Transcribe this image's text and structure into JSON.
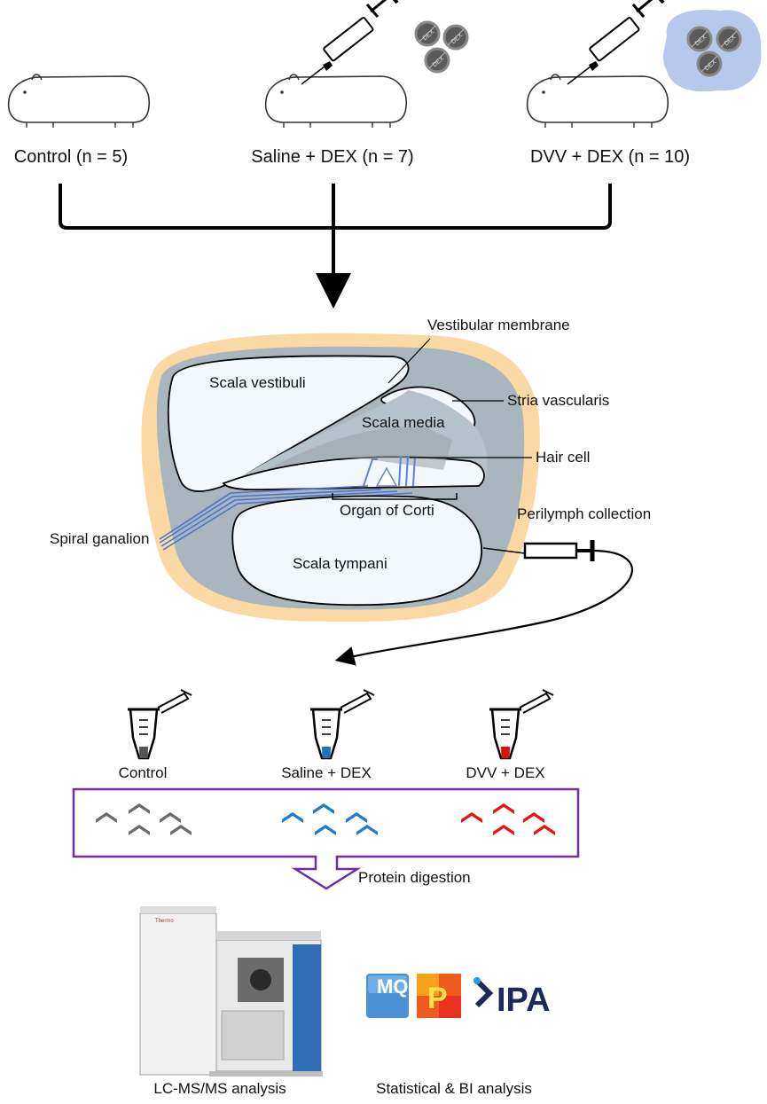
{
  "groups": [
    {
      "label": "Control (n = 5)"
    },
    {
      "label": "Saline + DEX (n = 7)"
    },
    {
      "label": "DVV + DEX (n = 10)"
    }
  ],
  "pill_text": "DEX",
  "anatomy": {
    "vestibular_membrane": "Vestibular membrane",
    "scala_vestibuli": "Scala vestibuli",
    "stria_vascularis": "Stria vascularis",
    "scala_media": "Scala media",
    "hair_cell": "Hair cell",
    "organ_of_corti": "Organ of Corti",
    "spiral_ganglion": "Spiral ganalion",
    "perilymph_collection": "Perilymph collection",
    "scala_tympani": "Scala tympani"
  },
  "samples": [
    {
      "label": "Control",
      "color": "#555555"
    },
    {
      "label": "Saline + DEX",
      "color": "#1f6fc5"
    },
    {
      "label": "DVV + DEX",
      "color": "#e01010"
    }
  ],
  "protein_digestion": "Protein digestion",
  "instrument_brand": "Thermo",
  "lcms_label": "LC-MS/MS analysis",
  "software": {
    "mq": "MQ",
    "perseus": "P",
    "ipa": "IPA"
  },
  "stats_label": "Statistical & BI analysis"
}
